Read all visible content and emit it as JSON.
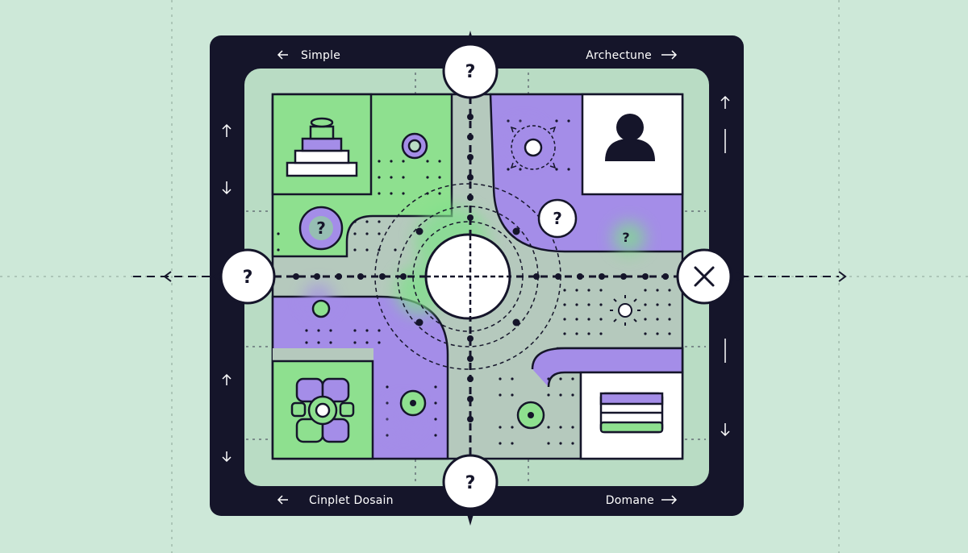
{
  "labels": {
    "top_left": "Simple",
    "top_right": "Archectune",
    "bottom_left": "Cinplet Dosain",
    "bottom_right": "Domane"
  },
  "markers": {
    "question": "?",
    "question_small": "?"
  },
  "colors": {
    "background": "#cde8d8",
    "frame": "#15152a",
    "panel": "#b9dcc4",
    "green": "#8ee08f",
    "purple": "#a48de8",
    "gray": "#b5c9bd",
    "white": "#ffffff"
  },
  "icons": {
    "top_left": "stacked-layers-icon",
    "top_right": "user-avatar-icon",
    "bottom_left": "puzzle-cluster-icon",
    "bottom_right": "card-window-icon",
    "right_node": "close-icon"
  }
}
